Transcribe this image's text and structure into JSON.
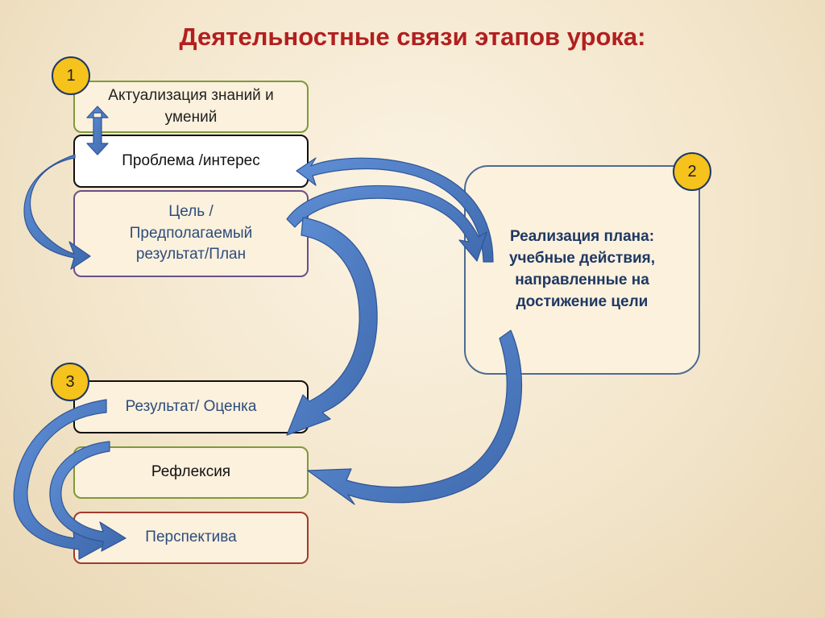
{
  "title": "Деятельностные связи этапов урока:",
  "stage1": {
    "number": "1",
    "actualization": "Актуализация знаний и умений",
    "problem": "Проблема /интерес",
    "goal": "Цель / Предполагаемый результат/План"
  },
  "stage2": {
    "number": "2",
    "implementation": "Реализация плана: учебные действия, направленные на достижение цели"
  },
  "stage3": {
    "number": "3",
    "result": "Результат/ Оценка",
    "reflection": "Рефлексия",
    "perspective": "Перспектива"
  },
  "colors": {
    "title": "#b21f1f",
    "arrow": "#4a78bd",
    "badge": "#f6c21c"
  }
}
